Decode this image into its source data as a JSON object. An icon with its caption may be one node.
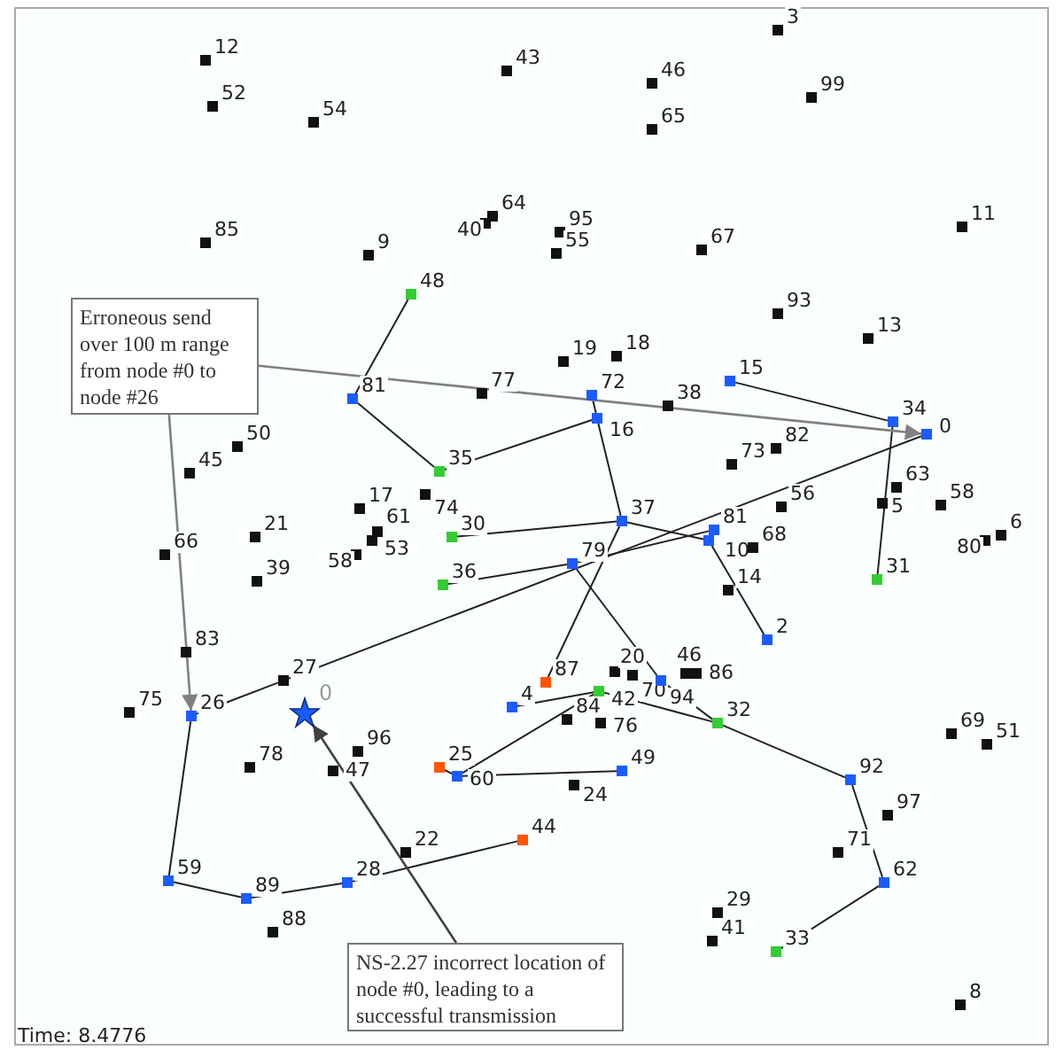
{
  "diagram": {
    "nodes": [
      {
        "text": [
          "3"
        ]
      },
      {
        "text": [
          "12"
        ]
      },
      {
        "text": [
          "43"
        ]
      },
      {
        "text": [
          "46"
        ]
      },
      {
        "text": [
          "99"
        ]
      },
      {
        "text": [
          "52"
        ]
      },
      {
        "text": [
          "54"
        ]
      },
      {
        "text": [
          "65"
        ]
      },
      {
        "text": [
          "64"
        ]
      },
      {
        "text": [
          "40"
        ]
      },
      {
        "text": [
          "11"
        ]
      },
      {
        "text": [
          "95"
        ]
      },
      {
        "text": [
          "85"
        ]
      },
      {
        "text": [
          "67"
        ]
      },
      {
        "text": [
          "55"
        ]
      },
      {
        "text": [
          "9"
        ]
      },
      {
        "text": [
          "48"
        ]
      },
      {
        "text": [
          "93"
        ]
      },
      {
        "text": [
          "13"
        ]
      },
      {
        "text": [
          "Erroneous send over 100 m range from node #0 to node #26"
        ]
      },
      {
        "text": [
          "18"
        ]
      },
      {
        "text": [
          "19"
        ]
      },
      {
        "text": [
          "15"
        ]
      },
      {
        "text": [
          "77"
        ]
      },
      {
        "text": [
          "72"
        ]
      },
      {
        "text": [
          "81"
        ]
      },
      {
        "text": [
          "38"
        ]
      },
      {
        "text": [
          "16"
        ]
      },
      {
        "text": [
          "34"
        ]
      },
      {
        "text": [
          "0"
        ]
      },
      {
        "text": [
          "50"
        ]
      },
      {
        "text": [
          "82"
        ]
      },
      {
        "text": [
          "73"
        ]
      },
      {
        "text": [
          "35"
        ]
      },
      {
        "text": [
          "45"
        ]
      },
      {
        "text": [
          "63"
        ]
      },
      {
        "text": [
          "74"
        ]
      },
      {
        "text": [
          "5"
        ]
      },
      {
        "text": [
          "58"
        ]
      },
      {
        "text": [
          "56"
        ]
      },
      {
        "text": [
          "17"
        ]
      },
      {
        "text": [
          "37"
        ]
      },
      {
        "text": [
          "81"
        ]
      },
      {
        "text": [
          "6"
        ]
      },
      {
        "text": [
          "80"
        ]
      },
      {
        "text": [
          "21"
        ]
      },
      {
        "text": [
          "61"
        ]
      },
      {
        "text": [
          "30"
        ]
      },
      {
        "text": [
          "10"
        ]
      },
      {
        "text": [
          "53"
        ]
      },
      {
        "text": [
          "58"
        ]
      },
      {
        "text": [
          "68"
        ]
      },
      {
        "text": [
          "66"
        ]
      },
      {
        "text": [
          "79"
        ]
      },
      {
        "text": [
          "39"
        ]
      },
      {
        "text": [
          "31"
        ]
      },
      {
        "text": [
          "36"
        ]
      },
      {
        "text": [
          "14"
        ]
      },
      {
        "text": [
          "2"
        ]
      },
      {
        "text": [
          "83"
        ]
      },
      {
        "text": [
          "20"
        ]
      },
      {
        "text": [
          "70"
        ]
      },
      {
        "text": [
          "87"
        ]
      },
      {
        "text": [
          "94"
        ]
      },
      {
        "text": [
          "46"
        ]
      },
      {
        "text": [
          "86"
        ]
      },
      {
        "text": [
          "27"
        ]
      },
      {
        "text": [
          "42"
        ]
      },
      {
        "text": [
          "4"
        ]
      },
      {
        "text": [
          "75"
        ]
      },
      {
        "text": [
          "26"
        ]
      },
      {
        "text": [
          "0"
        ]
      },
      {
        "text": [
          "84"
        ]
      },
      {
        "text": [
          "76"
        ]
      },
      {
        "text": [
          "32"
        ]
      },
      {
        "text": [
          "69"
        ]
      },
      {
        "text": [
          "51"
        ]
      },
      {
        "text": [
          "96"
        ]
      },
      {
        "text": [
          "25"
        ]
      },
      {
        "text": [
          "78"
        ]
      },
      {
        "text": [
          "47"
        ]
      },
      {
        "text": [
          "49"
        ]
      },
      {
        "text": [
          "60"
        ]
      },
      {
        "text": [
          "92"
        ]
      },
      {
        "text": [
          "24"
        ]
      },
      {
        "text": [
          "97"
        ]
      },
      {
        "text": [
          "44"
        ]
      },
      {
        "text": [
          "22"
        ]
      },
      {
        "text": [
          "71"
        ]
      },
      {
        "text": [
          "59"
        ]
      },
      {
        "text": [
          "28"
        ]
      },
      {
        "text": [
          "62"
        ]
      },
      {
        "text": [
          "89"
        ]
      },
      {
        "text": [
          "29"
        ]
      },
      {
        "text": [
          "88"
        ]
      },
      {
        "text": [
          "41"
        ]
      },
      {
        "text": [
          "33"
        ]
      },
      {
        "text": [
          "NS-2.27 incorrect location of node #0, leading to a successful transmission"
        ]
      },
      {
        "text": [
          "8"
        ]
      }
    ],
    "edges": [
      {
        "from": 16,
        "to": 25,
        "arrow": "none"
      },
      {
        "from": 25,
        "to": 33,
        "arrow": "none"
      },
      {
        "from": 33,
        "to": 27,
        "arrow": "none"
      },
      {
        "from": 24,
        "to": 27,
        "arrow": "none"
      },
      {
        "from": 27,
        "to": 41,
        "arrow": "none"
      },
      {
        "from": 47,
        "to": 41,
        "arrow": "none"
      },
      {
        "from": 41,
        "to": 48,
        "arrow": "none"
      },
      {
        "from": 56,
        "to": 53,
        "arrow": "none"
      },
      {
        "from": 53,
        "to": 42,
        "arrow": "none"
      },
      {
        "from": 70,
        "to": 66,
        "arrow": "none"
      },
      {
        "from": 66,
        "to": 29,
        "arrow": "none"
      },
      {
        "from": 48,
        "to": 58,
        "arrow": "none"
      },
      {
        "from": 22,
        "to": 28,
        "arrow": "none"
      },
      {
        "from": 28,
        "to": 55,
        "arrow": "none"
      },
      {
        "from": 41,
        "to": 62,
        "arrow": "none"
      },
      {
        "from": 53,
        "to": 63,
        "arrow": "none"
      },
      {
        "from": 63,
        "to": 74,
        "arrow": "none"
      },
      {
        "from": 68,
        "to": 67,
        "arrow": "none"
      },
      {
        "from": 67,
        "to": 74,
        "arrow": "none"
      },
      {
        "from": 67,
        "to": 82,
        "arrow": "none"
      },
      {
        "from": 78,
        "to": 82,
        "arrow": "none"
      },
      {
        "from": 82,
        "to": 81,
        "arrow": "none"
      },
      {
        "from": 74,
        "to": 83,
        "arrow": "none"
      },
      {
        "from": 83,
        "to": 91,
        "arrow": "none"
      },
      {
        "from": 91,
        "to": 96,
        "arrow": "none"
      },
      {
        "from": 70,
        "to": 89,
        "arrow": "none"
      },
      {
        "from": 89,
        "to": 92,
        "arrow": "none"
      },
      {
        "from": 92,
        "to": 90,
        "arrow": "none"
      },
      {
        "from": 90,
        "to": 86,
        "arrow": "none"
      },
      {
        "from": 19,
        "to": 29,
        "arrow": "to",
        "color": "#808080"
      },
      {
        "from": 19,
        "to": 70,
        "arrow": "to",
        "color": "#808080"
      },
      {
        "from": 97,
        "to": 71,
        "arrow": "to",
        "color": "#404040"
      }
    ],
    "labels": [
      "Time: 8.4776"
    ]
  }
}
